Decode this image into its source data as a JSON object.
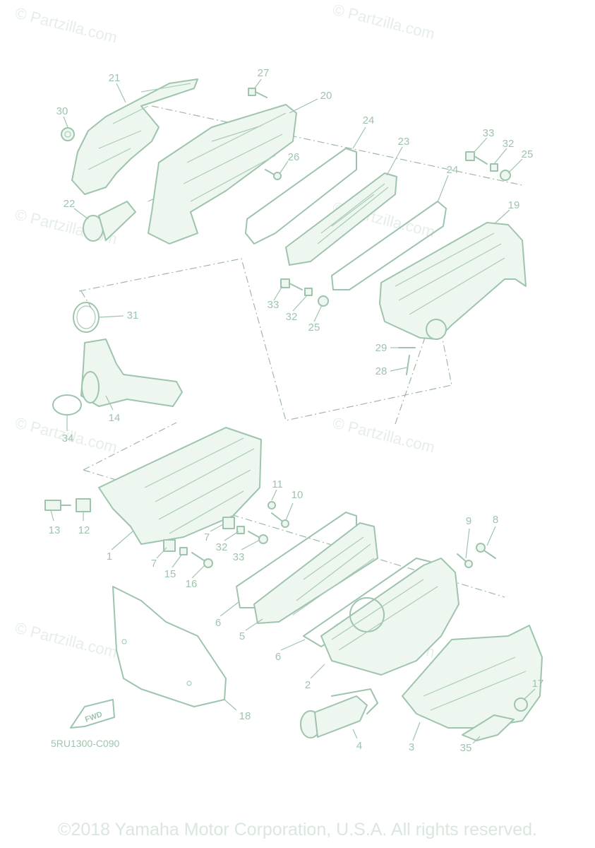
{
  "watermark": "© Partzilla.com",
  "diagram_code": "5RU1300-C090",
  "fwd_label": "FWD",
  "copyright": "©2018 Yamaha Motor Corporation, U.S.A. All rights reserved.",
  "colors": {
    "line": "#9fc4ad",
    "watermark": "#e5eee8",
    "copyright": "#d9e7de"
  },
  "callouts": {
    "c21": "21",
    "c27": "27",
    "c20": "20",
    "c30": "30",
    "c24a": "24",
    "c23": "23",
    "c33a": "33",
    "c32a": "32",
    "c25a": "25",
    "c26": "26",
    "c24b": "24",
    "c19": "19",
    "c22": "22",
    "c33b": "33",
    "c32b": "32",
    "c25b": "25",
    "c31": "31",
    "c29": "29",
    "c28": "28",
    "c14": "14",
    "c34": "34",
    "c11": "11",
    "c10": "10",
    "c13": "13",
    "c12": "12",
    "c9": "9",
    "c8": "8",
    "c7a": "7",
    "c32c": "32",
    "c33c": "33",
    "c1": "1",
    "c7b": "7",
    "c15": "15",
    "c16": "16",
    "c6a": "6",
    "c5": "5",
    "c6b": "6",
    "c2": "2",
    "c17": "17",
    "c18": "18",
    "c4": "4",
    "c3": "3",
    "c35": "35"
  }
}
